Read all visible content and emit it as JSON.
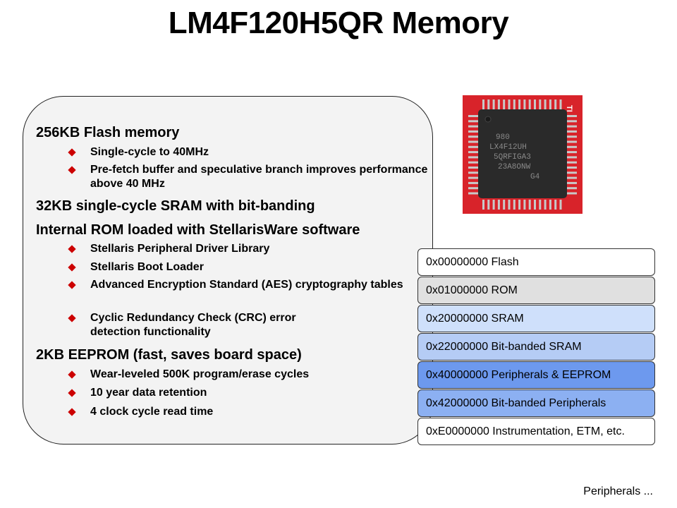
{
  "title": "LM4F120H5QR Memory",
  "sections": [
    {
      "heading": "256KB Flash memory",
      "bullets": [
        "Single-cycle to 40MHz",
        "Pre-fetch buffer and speculative branch improves performance above 40 MHz"
      ]
    },
    {
      "heading": "32KB single-cycle SRAM with bit-banding",
      "bullets": []
    },
    {
      "heading": "Internal ROM loaded with StellarisWare software",
      "bullets": [
        "Stellaris Peripheral Driver Library",
        "Stellaris Boot Loader",
        "Advanced Encryption Standard (AES) cryptography tables",
        "Cyclic Redundancy Check (CRC) error detection functionality"
      ]
    },
    {
      "heading": "2KB EEPROM (fast, saves board space)",
      "bullets": [
        "Wear-leveled 500K program/erase cycles",
        "10 year data retention",
        "4 clock cycle read time"
      ]
    }
  ],
  "memory_map": [
    {
      "label": "0x00000000 Flash",
      "color": "#ffffff"
    },
    {
      "label": "0x01000000 ROM",
      "color": "#e0e0e0"
    },
    {
      "label": "0x20000000 SRAM",
      "color": "#cfe0fb"
    },
    {
      "label": "0x22000000 Bit-banded SRAM",
      "color": "#b5ccf5"
    },
    {
      "label": "0x40000000 Peripherals & EEPROM",
      "color": "#6d99ee"
    },
    {
      "label": "0x42000000 Bit-banded Peripherals",
      "color": "#8cb0f2"
    },
    {
      "label": "0xE0000000 Instrumentation, ETM, etc.",
      "color": "#ffffff"
    }
  ],
  "chip": {
    "markings": [
      "980",
      "LX4F12UH",
      "5QRFIGA3",
      "23A8ONW",
      "G4"
    ],
    "logo_text": "TI",
    "board_color": "#d8232a",
    "body_color": "#2a2a2a"
  },
  "footer": "Peripherals ..."
}
